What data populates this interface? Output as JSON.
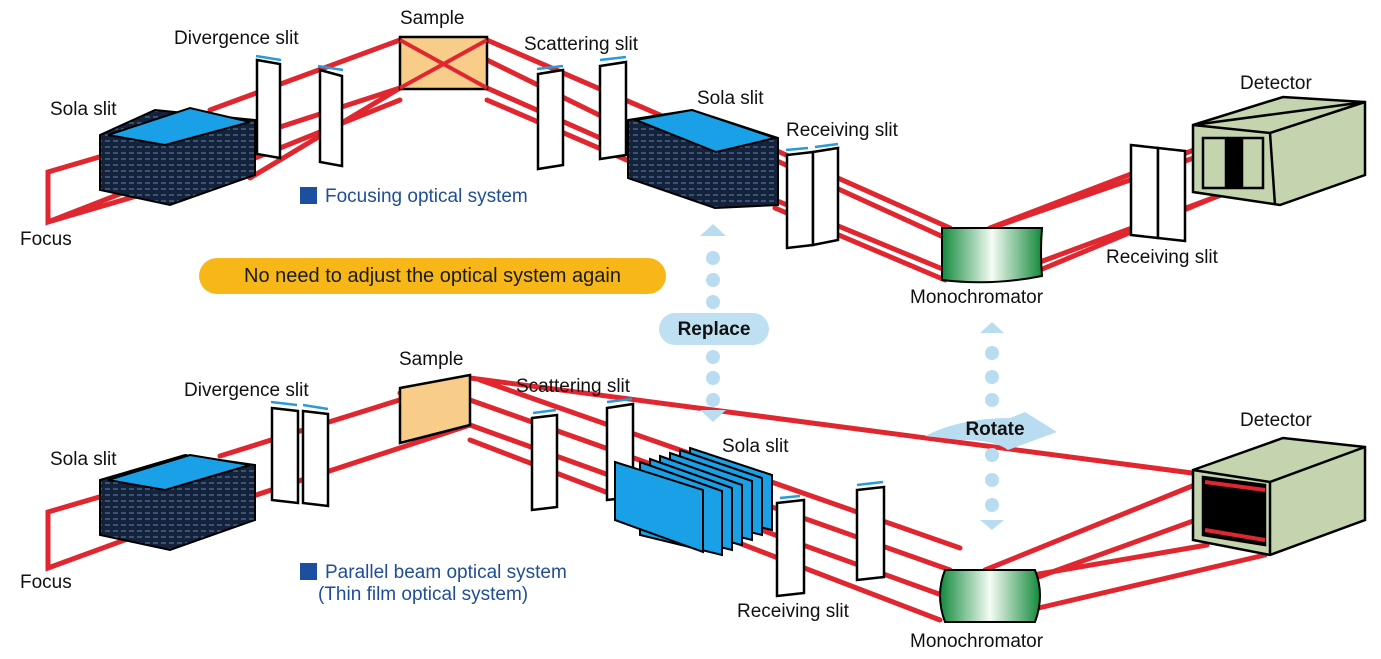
{
  "colors": {
    "beam": "#e0262f",
    "sola_top": "#1aa0e6",
    "sola_body": "#1a2a44",
    "sample": "#f8cd8a",
    "detector": "#c4d4ae",
    "mono_green": "#1f9a47",
    "arrow_light_blue": "#b9dcf1",
    "note_yellow": "#f7b718",
    "legend_blue": "#1c4fa0"
  },
  "top_system": {
    "legend": "Focusing optical system",
    "labels": {
      "focus": "Focus",
      "sola_slit_1": "Sola slit",
      "divergence_slit": "Divergence slit",
      "sample": "Sample",
      "scattering_slit": "Scattering slit",
      "sola_slit_2": "Sola slit",
      "receiving_slit_1": "Receiving slit",
      "monochromator": "Monochromator",
      "receiving_slit_2": "Receiving slit",
      "detector": "Detector"
    }
  },
  "bottom_system": {
    "legend_line1": "Parallel beam optical system",
    "legend_line2": "(Thin film optical system)",
    "labels": {
      "focus": "Focus",
      "sola_slit_1": "Sola slit",
      "divergence_slit": "Divergence slit",
      "sample": "Sample",
      "scattering_slit": "Scattering slit",
      "sola_slit_2": "Sola slit",
      "receiving_slit": "Receiving slit",
      "monochromator": "Monochromator",
      "detector": "Detector"
    }
  },
  "annotations": {
    "note": "No need to adjust the optical system again",
    "replace": "Replace",
    "rotate": "Rotate"
  }
}
